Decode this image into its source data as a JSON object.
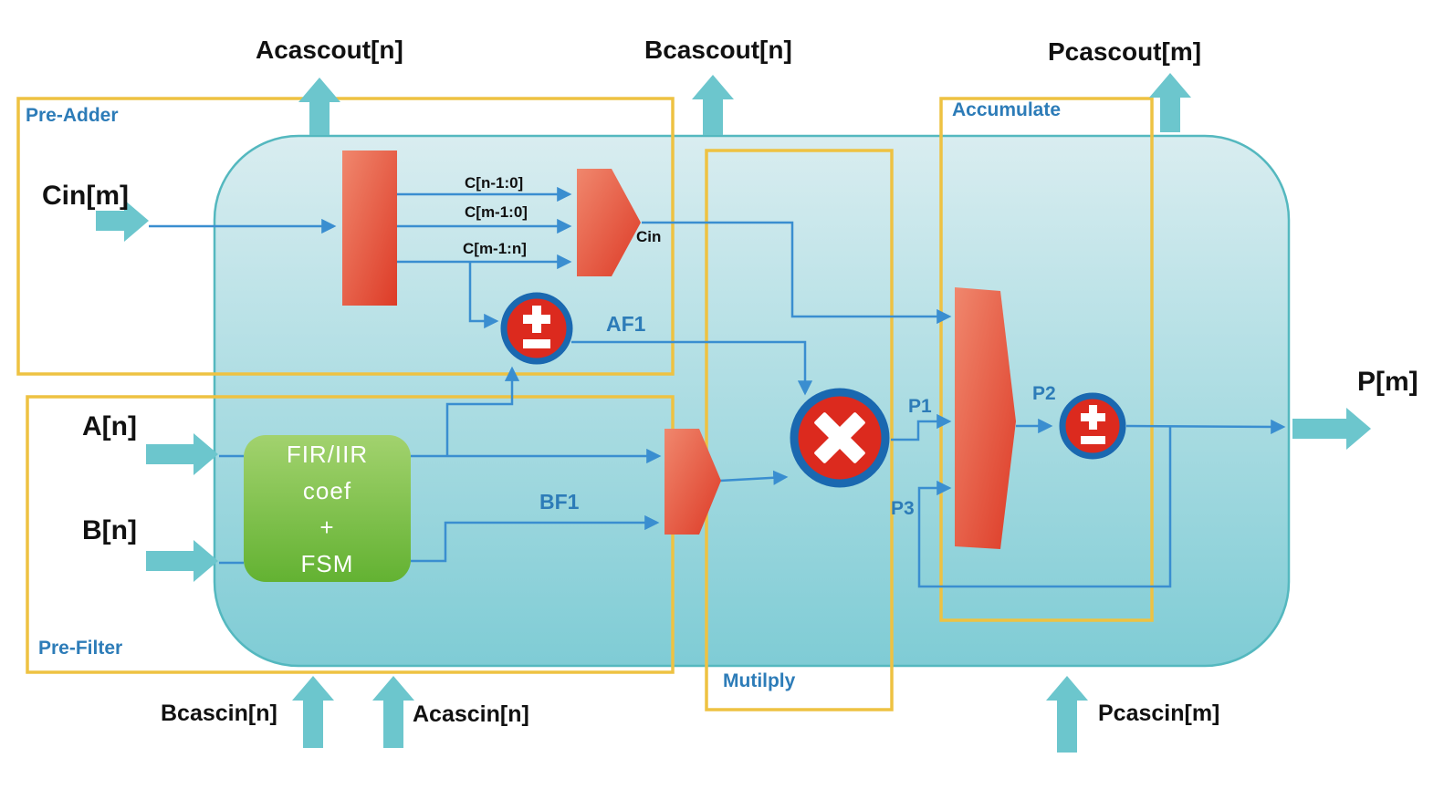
{
  "sections": {
    "pre_adder": "Pre-Adder",
    "pre_filter": "Pre-Filter",
    "multiply": "Mutilply",
    "accumulate": "Accumulate"
  },
  "ports": {
    "cin": "Cin[m]",
    "a": "A[n]",
    "b": "B[n]",
    "acascout": "Acascout[n]",
    "bcascout": "Bcascout[n]",
    "pcascout": "Pcascout[m]",
    "p": "P[m]",
    "bcascin": "Bcascin[n]",
    "acascin": "Acascin[n]",
    "pcascin": "Pcascin[m]"
  },
  "bus_labels": {
    "c_n_1_0": "C[n-1:0]",
    "c_m_1_0": "C[m-1:0]",
    "c_m_1_n": "C[m-1:n]",
    "cin_mux_out": "Cin"
  },
  "signals": {
    "af1": "AF1",
    "bf1": "BF1",
    "p1": "P1",
    "p2": "P2",
    "p3": "P3"
  },
  "filter_block": {
    "line1": "FIR/IIR",
    "line2": "coef",
    "line3": "+",
    "line4": "FSM"
  },
  "colors": {
    "wire_blue": "#3a8ed0",
    "section_box_yellow": "#eec242",
    "port_arrow_teal": "#6cc6cd",
    "block_red": "#dd3b27",
    "circle_red": "#dc2a1e",
    "circle_ring_blue": "#1a68b0",
    "filter_green": "#68b637",
    "container_teal": "#8fd2da",
    "label_blue": "#2d7cb8"
  }
}
